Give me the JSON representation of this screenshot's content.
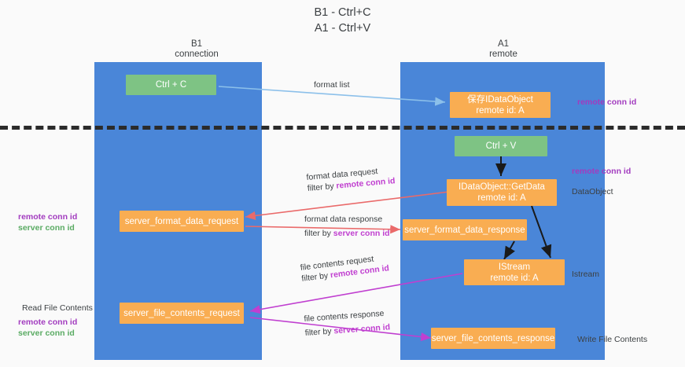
{
  "title": {
    "line1": "B1 - Ctrl+C",
    "line2": "A1 - Ctrl+V"
  },
  "columns": [
    {
      "name": "b1",
      "line1": "B1",
      "line2": "connection"
    },
    {
      "name": "a1",
      "line1": "A1",
      "line2": "remote"
    }
  ],
  "nodes": {
    "ctrl_c": {
      "label": "Ctrl + C",
      "color": "#7ec384"
    },
    "idataobject_remote": {
      "line1": "保存IDataObject",
      "line2": "remote id: A",
      "color": "#f9ad52"
    },
    "ctrl_v": {
      "label": "Ctrl + V",
      "color": "#7ec384"
    },
    "getdata": {
      "line1": "IDataObject::GetData",
      "line2": "remote id: A",
      "color": "#f9ad52"
    },
    "server_format_data_request": {
      "label": "server_format_data_request",
      "color": "#f9ad52"
    },
    "server_format_data_response": {
      "label": "server_format_data_response",
      "color": "#f9ad52"
    },
    "istream": {
      "line1": "IStream",
      "line2": "remote id: A",
      "color": "#f9ad52"
    },
    "server_file_contents_request": {
      "label": "server_file_contents_request",
      "color": "#f9ad52"
    },
    "server_file_contents_response": {
      "label": "server_file_contents_response",
      "color": "#f9ad52"
    }
  },
  "edges": {
    "format_list": {
      "label": "format list"
    },
    "format_data_request": {
      "line1": "format data request",
      "filter_prefix": "filter by ",
      "filter_key": "remote conn id"
    },
    "format_data_response": {
      "line1": "format data response",
      "filter_prefix": "filter by ",
      "filter_key": "server conn id"
    },
    "file_contents_request": {
      "line1": "file contents request",
      "filter_prefix": "filter by ",
      "filter_key": "remote conn id"
    },
    "file_contents_response": {
      "line1": "file contents response",
      "filter_prefix": "filter by ",
      "filter_key": "server conn id"
    }
  },
  "annotations": {
    "right_remote_conn_id_top": "remote conn id",
    "right_remote_conn_id_mid": "remote conn id",
    "right_dataobject": "DataObject",
    "right_istream": "Istream",
    "right_write_file_contents": "Write File Contents",
    "left_read_file_contents": "Read File Contents",
    "left_remote_conn_id_mid": "remote conn id",
    "left_server_conn_id_mid": "server conn id",
    "left_remote_conn_id_bottom": "remote conn id",
    "left_server_conn_id_bottom": "server conn id"
  },
  "colors": {
    "lane": "#4a86d8",
    "green_node": "#7ec384",
    "orange_node": "#f9ad52",
    "purple": "#a23bbf",
    "magenta": "#c03fd0",
    "green_text": "#5aab63",
    "red_arrow": "#ea6a6a",
    "blue_arrow": "#8cc0ea",
    "dark_arrow": "#1a1a1a",
    "separator": "#2b2b2b"
  }
}
